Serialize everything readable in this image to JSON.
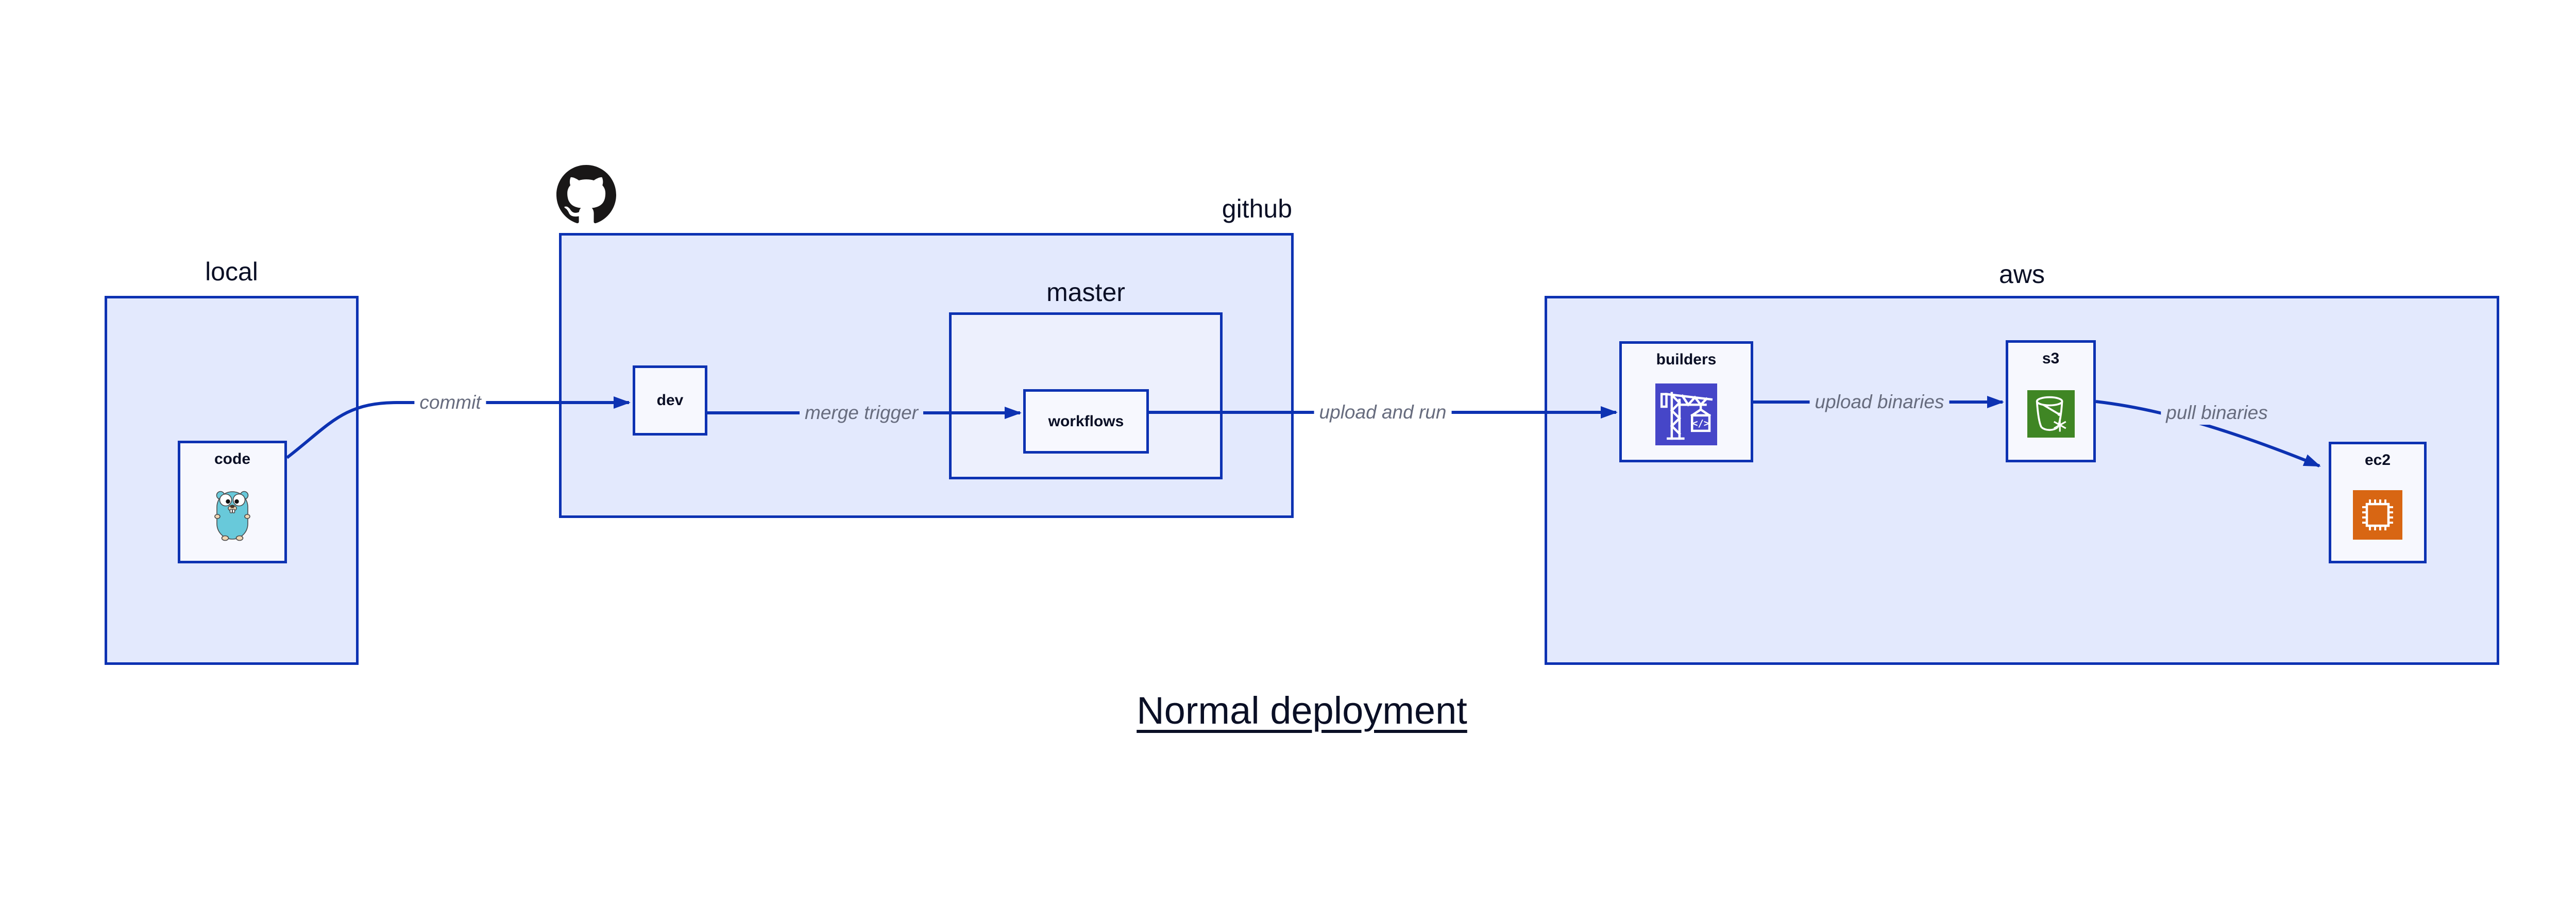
{
  "diagram_title": "Normal deployment",
  "containers": {
    "local": {
      "label": "local"
    },
    "github": {
      "label": "github"
    },
    "master": {
      "label": "master"
    },
    "aws": {
      "label": "aws"
    }
  },
  "nodes": {
    "code": {
      "label": "code"
    },
    "dev": {
      "label": "dev"
    },
    "workflows": {
      "label": "workflows"
    },
    "builders": {
      "label": "builders"
    },
    "s3": {
      "label": "s3"
    },
    "ec2": {
      "label": "ec2"
    }
  },
  "edges": {
    "commit": {
      "label": "commit"
    },
    "merge_trigger": {
      "label": "merge trigger"
    },
    "upload_and_run": {
      "label": "upload and run"
    },
    "upload_binaries": {
      "label": "upload binaries"
    },
    "pull_binaries": {
      "label": "pull binaries"
    }
  },
  "icons": {
    "github_logo": "github-octocat-icon",
    "code": "go-gopher-icon",
    "builders": "codebuild-crane-icon",
    "s3": "s3-bucket-snowflake-icon",
    "ec2": "ec2-cpu-chip-icon"
  },
  "colors": {
    "border_and_arrows": "#0D32B2",
    "container_fill": "#E3E9FD",
    "master_fill": "#EDF0FD",
    "node_fill": "#F7F8FE",
    "text": "#0A0F25",
    "edge_label_text": "#676C7E",
    "builders_icon_bg": "#4646C8",
    "s3_icon_bg": "#3F8624",
    "ec2_icon_bg": "#D86613",
    "gopher_body": "#68C9DA",
    "octocat": "#191717"
  }
}
